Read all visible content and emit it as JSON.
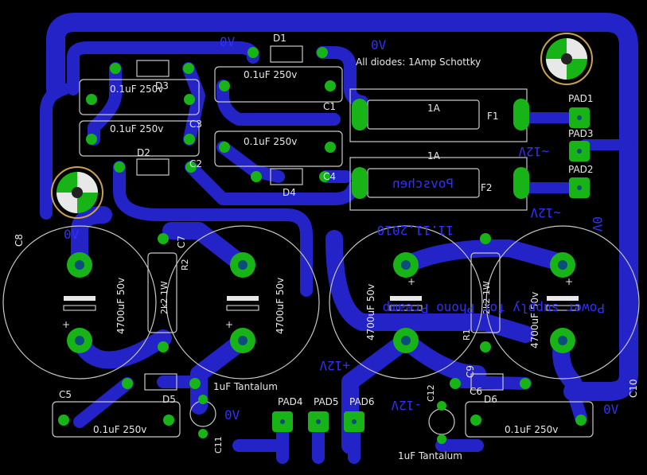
{
  "labels": {
    "zero_v_top": "0V",
    "zero_v_right": "0V",
    "zero_v_left": "0V",
    "zero_v_bottom_mid": "0V",
    "zero_v_bottom_right": "0V",
    "zero_v_side": "0V",
    "note": "All diodes: 1Amp Schottky",
    "fuse_rating_1": "1A",
    "fuse_rating_2": "1A",
    "fuse1": "F1",
    "fuse2": "F2",
    "pad1": "PAD1",
    "pad2": "PAD2",
    "pad3": "PAD3",
    "pad4": "PAD4",
    "pad5": "PAD5",
    "pad6": "PAD6",
    "minus12_a": "~12V",
    "minus12_b": "~12V",
    "date": "11.11.2010",
    "title_mirror": "Power supply for Phono Preamp",
    "author_mirror": "Povschen",
    "plus12": "+12V",
    "minus12_c": "-12V",
    "d1": "D1",
    "d2": "D2",
    "d3": "D3",
    "d4": "D4",
    "d5": "D5",
    "d6": "D6",
    "c1": "C1",
    "c2": "C2",
    "c3": "C3",
    "c4": "C4",
    "c5": "C5",
    "c6": "C6",
    "c7": "C7",
    "c8": "C8",
    "c9": "C9",
    "c10": "C10",
    "c11": "C11",
    "c12": "C12",
    "r1": "R1",
    "r2": "R2",
    "cap_small_1": "0.1uF 250v",
    "cap_small_2": "0.1uF 250v",
    "cap_small_3": "0.1uF 250v",
    "cap_small_4": "0.1uF 250v",
    "cap_small_5": "0.1uF 250v",
    "cap_small_6": "0.1uF 250v",
    "cap_big_1": "4700uF 50v",
    "cap_big_2": "4700uF 50v",
    "cap_big_3": "4700uF 50v",
    "cap_big_4": "4700uF 50v",
    "tantalum_1": "1uF Tantalum",
    "tantalum_2": "1uF Tantalum",
    "resistor_1": "2k2 1W",
    "resistor_2": "2k2 1W",
    "plus": "+"
  },
  "colors": {
    "background": "#000000",
    "copper": "#2323c8",
    "pad": "#17b317",
    "silkscreen": "#e8e8e8"
  }
}
